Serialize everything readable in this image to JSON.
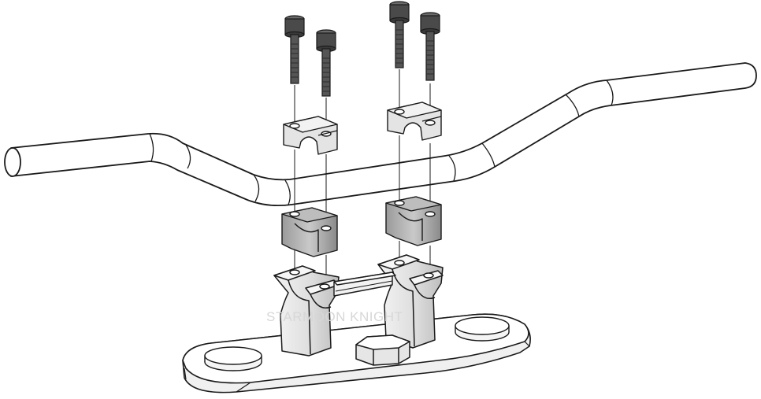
{
  "watermark": {
    "text": "STARMOON KNIGHT"
  },
  "colors": {
    "line": "#1a1a1a",
    "fill": "#ffffff",
    "bolt": "#4a4a4a",
    "clamp_dark": "#8f8f8f",
    "clamp_light": "#d8d8d8",
    "riser": "#e8e8e8",
    "watermark": "#d7d7d7"
  },
  "parts": {
    "bolt_count": 4,
    "top_clamp_count": 2,
    "spacer_count": 2,
    "riser_count": 2
  }
}
